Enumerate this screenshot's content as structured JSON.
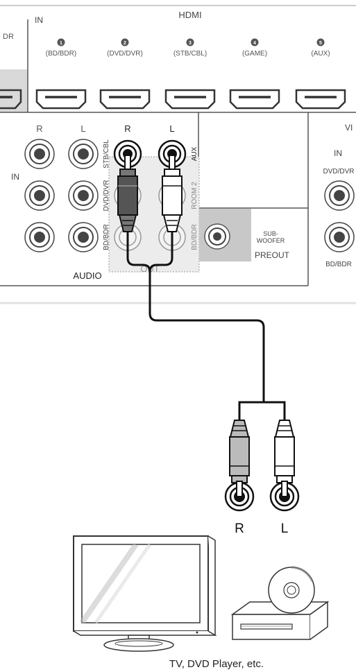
{
  "panel": {
    "top_left_partial": "DR",
    "in_label": "IN",
    "hdmi_label": "HDMI",
    "hdmi_inputs": [
      {
        "num": "1",
        "name": "(BD/BDR)"
      },
      {
        "num": "2",
        "name": "(DVD/DVR)"
      },
      {
        "num": "3",
        "name": "(STB/CBL)"
      },
      {
        "num": "4",
        "name": "(GAME)"
      },
      {
        "num": "5",
        "name": "(AUX)"
      }
    ],
    "audio_in_headers": {
      "r": "R",
      "l": "L"
    },
    "audio_in_side_label": "IN",
    "audio_rows": [
      "STB/CBL",
      "DVD/DVR",
      "BD/BDR"
    ],
    "audio_out_headers": {
      "r": "R",
      "l": "L"
    },
    "audio_out_rows": [
      "AUX",
      "ROOM 2",
      "BD/BDR"
    ],
    "out_label": "OUT",
    "audio_label": "AUDIO",
    "subwoofer_label_1": "SUB-",
    "subwoofer_label_2": "WOOFER",
    "preout_label": "PREOUT",
    "video_partial": "VI",
    "video_in_label": "IN",
    "video_rows": [
      "DVD/DVR",
      "BD/BDR"
    ]
  },
  "plug_labels": {
    "r": "R",
    "l": "L"
  },
  "caption": "TV, DVD Player, etc."
}
